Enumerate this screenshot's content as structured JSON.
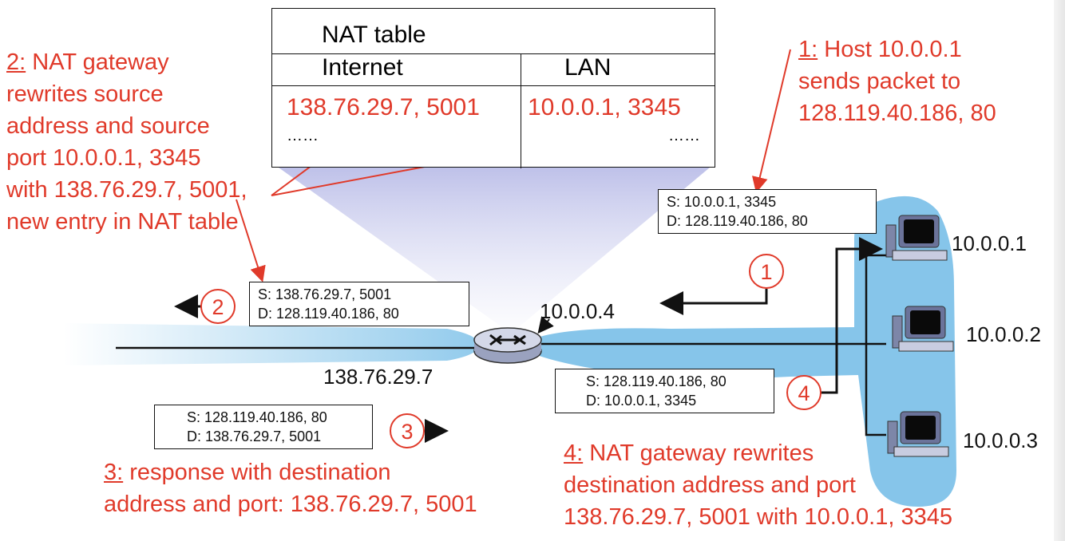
{
  "nat_table": {
    "title": "NAT table",
    "col_internet": "Internet",
    "col_lan": "LAN",
    "row1_internet": "138.76.29.7, 5001",
    "row1_lan": "10.0.0.1, 3345",
    "row2_internet": "……",
    "row2_lan": "……"
  },
  "captions": {
    "c1_num": "1:",
    "c1_line1": " Host 10.0.0.1",
    "c1_line2": "sends packet to",
    "c1_line3": "128.119.40.186, 80",
    "c2_num": "2:",
    "c2_line1": " NAT gateway",
    "c2_line2": "rewrites source",
    "c2_line3": "address and source",
    "c2_line4": "port 10.0.0.1, 3345",
    "c2_line5": "with 138.76.29.7, 5001,",
    "c2_line6": "new entry in NAT table",
    "c3_num": "3:",
    "c3_line1": " response with destination",
    "c3_line2": "address and port: 138.76.29.7, 5001",
    "c4_num": "4:",
    "c4_line1": " NAT gateway rewrites",
    "c4_line2": "destination address and port",
    "c4_line3": "138.76.29.7, 5001 with 10.0.0.1, 3345"
  },
  "packets": {
    "p1_src": "S: 10.0.0.1, 3345",
    "p1_dst": "D: 128.119.40.186, 80",
    "p2_src": "S: 138.76.29.7, 5001",
    "p2_dst": "D: 128.119.40.186, 80",
    "p3_src": "S: 128.119.40.186, 80",
    "p3_dst": "D: 138.76.29.7, 5001",
    "p4_src": "S: 128.119.40.186, 80",
    "p4_dst": "D: 10.0.0.1, 3345"
  },
  "steps": [
    "1",
    "2",
    "3",
    "4"
  ],
  "addresses": {
    "router_lan": "10.0.0.4",
    "router_wan": "138.76.29.7",
    "host1": "10.0.0.1",
    "host2": "10.0.0.2",
    "host3": "10.0.0.3"
  },
  "colors": {
    "accent_red": "#e03a2a",
    "network_blue": "#86c5ea",
    "router": "#c9cfe0"
  }
}
